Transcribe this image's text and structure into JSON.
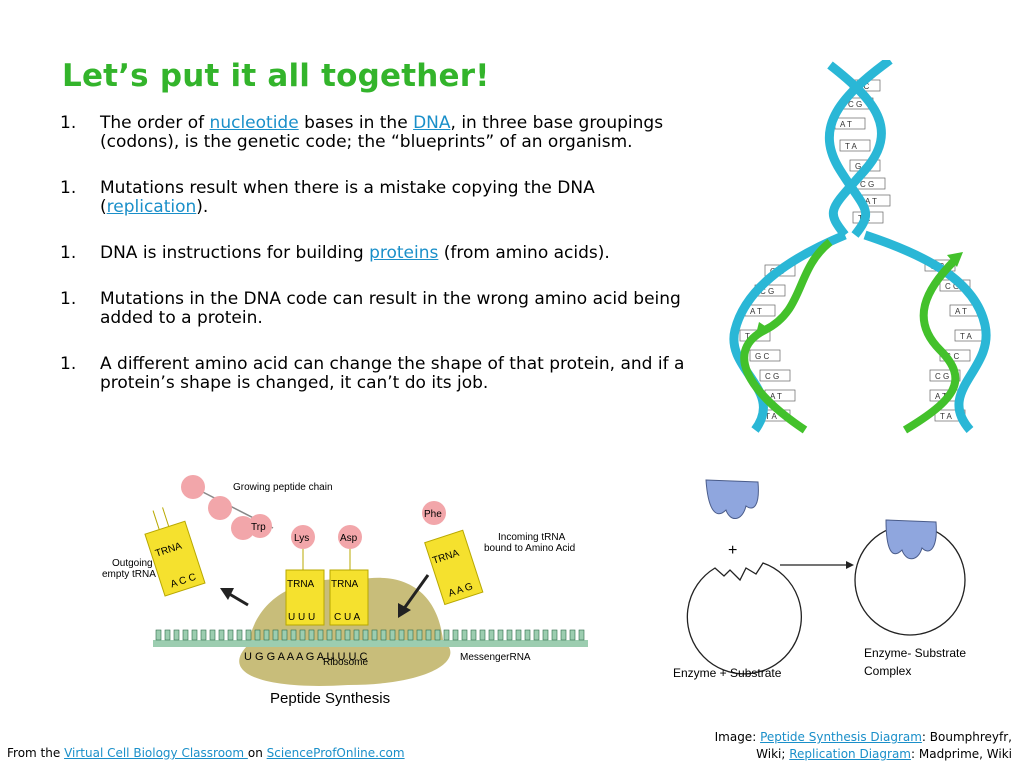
{
  "title": "Let’s put it all together!",
  "list": [
    {
      "num": "1.",
      "t1": "The order of ",
      "l1": "nucleotide",
      "t2": " bases in the ",
      "l2": "DNA",
      "t3": ", in three base groupings (codons), is the genetic code; the “blueprints” of an organism."
    },
    {
      "num": "1.",
      "t1": "Mutations result when there is a mistake copying the DNA (",
      "l1": "replication",
      "t2": ")."
    },
    {
      "num": "1.",
      "t1": "DNA is instructions for building ",
      "l1": "proteins",
      "t2": " (from amino acids)."
    },
    {
      "num": "1.",
      "t1": "Mutations in the DNA code can result in the wrong amino acid being added to a protein."
    },
    {
      "num": "1.",
      "t1": "A different amino acid can change the shape of that protein, and if a protein’s shape is changed, it can’t do its job."
    }
  ],
  "peptide": {
    "growing": "Growing peptide chain",
    "outgoing1": "Outgoing",
    "outgoing2": "empty tRNA",
    "incoming1": "Incoming  tRNA",
    "incoming2": "bound to Amino Acid",
    "trp": "Trp",
    "lys": "Lys",
    "asp": "Asp",
    "phe": "Phe",
    "trna": "TRNA",
    "acc": "A C C",
    "uuu": "U U U",
    "cua": "C U A",
    "aag": "A A G",
    "mrna_seq": "U G G A A A G A U U U C",
    "ribosome": "Ribosome",
    "messenger": "MessengerRNA",
    "caption": "Peptide Synthesis"
  },
  "enzyme": {
    "plus": "+",
    "left_label": "Enzyme + Substrate",
    "right1": "Enzyme- Substrate",
    "right2": "Complex"
  },
  "dna_labels": {
    "gc": "G C",
    "cg": "C G",
    "at": "A T",
    "ta": "T A"
  },
  "footer": {
    "from": "From the ",
    "vcbc": "Virtual Cell Biology Classroom ",
    "on": "on ",
    "spo": "ScienceProfOnline.com",
    "image": "Image: ",
    "psd": "Peptide Synthesis Diagram",
    "by1": ": Boumphreyfr,",
    "wiki": "Wiki; ",
    "rd": "Replication Diagram",
    "by2": ": Madprime, Wiki"
  },
  "colors": {
    "title": "#33b42b",
    "link": "#1a8fc9",
    "trna": "#f5e12e",
    "amino": "#f2a6aa",
    "ribosome": "#c8bd7a",
    "substrate": "#8fa6de",
    "dna_cyan": "#2ab7d6",
    "dna_green": "#43c12b"
  }
}
